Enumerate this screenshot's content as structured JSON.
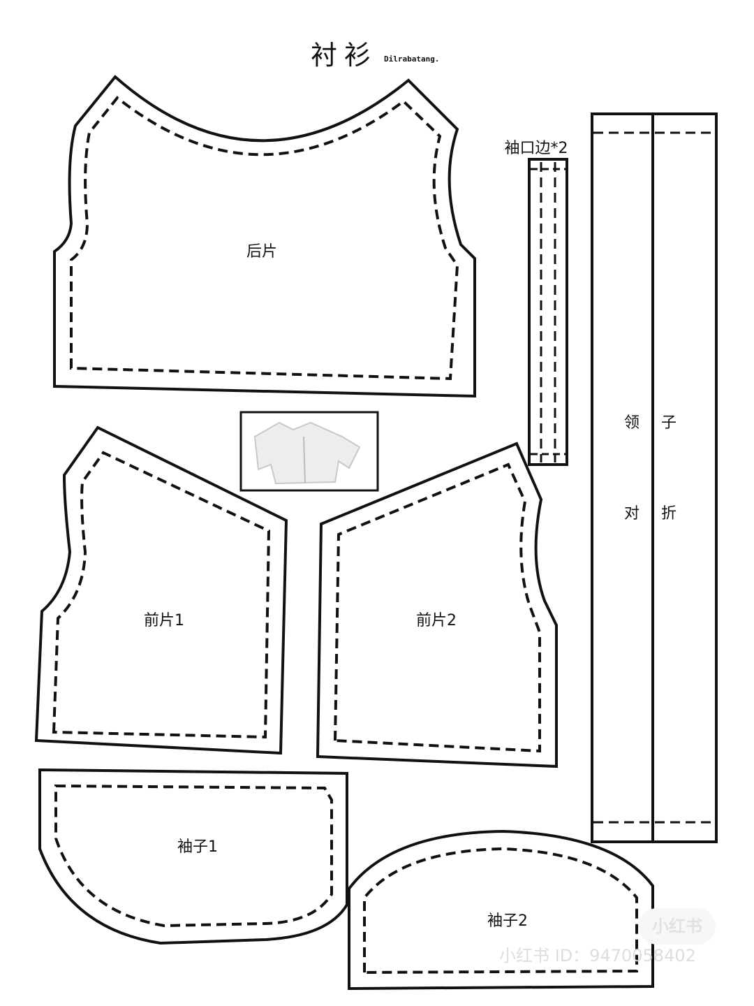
{
  "title": "衬衫",
  "subtitle": "Dilrabatang.",
  "pieces": {
    "back": "后片",
    "front1": "前片1",
    "front2": "前片2",
    "sleeve1": "袖子1",
    "sleeve2": "袖子2",
    "cuff": "袖口边*2",
    "collar_1": "领",
    "collar_2": "子",
    "fold_1": "对",
    "fold_2": "折"
  },
  "watermark": {
    "logo": "小红书",
    "id": "小红书 ID：9470058402"
  },
  "colors": {
    "line": "#111111",
    "background": "#ffffff"
  }
}
